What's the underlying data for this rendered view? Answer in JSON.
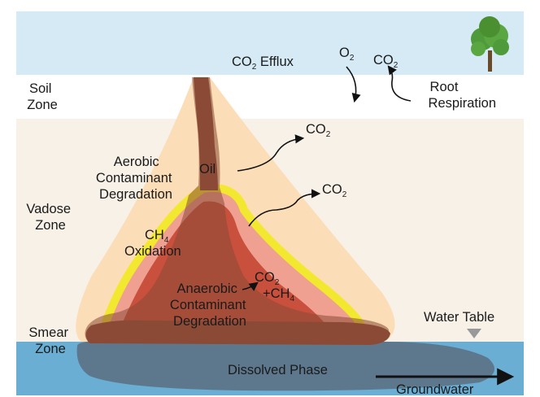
{
  "labels": {
    "co2_efflux": {
      "main": "CO",
      "sub": "2",
      "tail": " Efflux"
    },
    "o2": {
      "main": "O",
      "sub": "2"
    },
    "co2_root": {
      "main": "CO",
      "sub": "2"
    },
    "root_respiration": [
      "Root",
      "Respiration"
    ],
    "soil_zone": [
      "Soil",
      "Zone"
    ],
    "vadose_zone": [
      "Vadose",
      "Zone"
    ],
    "smear_zone": [
      "Smear",
      "Zone"
    ],
    "aerobic": [
      "Aerobic",
      "Contaminant",
      "Degradation"
    ],
    "oil": "Oil",
    "co2_upper": {
      "main": "CO",
      "sub": "2"
    },
    "co2_mid": {
      "main": "CO",
      "sub": "2"
    },
    "ch4_oxidation": {
      "main": "CH",
      "sub": "4",
      "line2": "Oxidation"
    },
    "co2_ch4": {
      "main": "CO",
      "sub": "2",
      "line2": "+CH",
      "line2_sub": "4"
    },
    "anaerobic": [
      "Anaerobic",
      "Contaminant",
      "Degradation"
    ],
    "water_table": "Water Table",
    "dissolved_phase": "Dissolved Phase",
    "groundwater": "Groundwater"
  },
  "colors": {
    "sky": "#d6eaf5",
    "soil_band": "#ffffff",
    "vadose": "#f7f1e8",
    "water": "#6aaed4",
    "aerobic_plume": "#fbdcb4",
    "anaerobic_outer": "#f0a090",
    "anaerobic_core": "#c8503c",
    "oil": "#8b4a36",
    "oxidation_ring": "#f2e830",
    "dissolved": "#5a6f80",
    "tree_foliage": "#4f9a3a",
    "water_table_marker": "#999999"
  }
}
